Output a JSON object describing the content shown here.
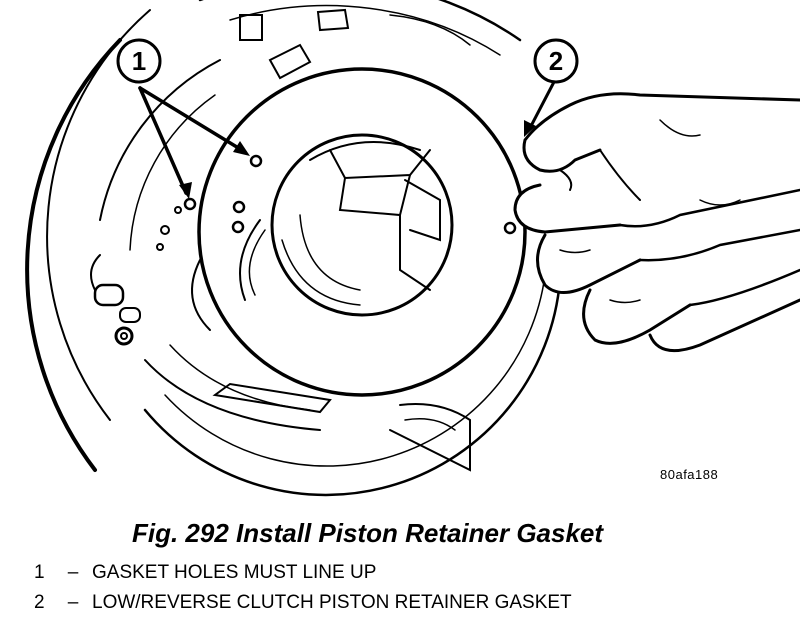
{
  "figure": {
    "code": "80afa188",
    "callouts": [
      {
        "number": "1"
      },
      {
        "number": "2"
      }
    ]
  },
  "caption": {
    "title": "Fig. 292 Install Piston Retainer Gasket"
  },
  "legend": [
    {
      "number": "1",
      "dash": "–",
      "text": "GASKET HOLES MUST LINE UP"
    },
    {
      "number": "2",
      "dash": "–",
      "text": "LOW/REVERSE CLUTCH PISTON RETAINER GASKET"
    }
  ]
}
